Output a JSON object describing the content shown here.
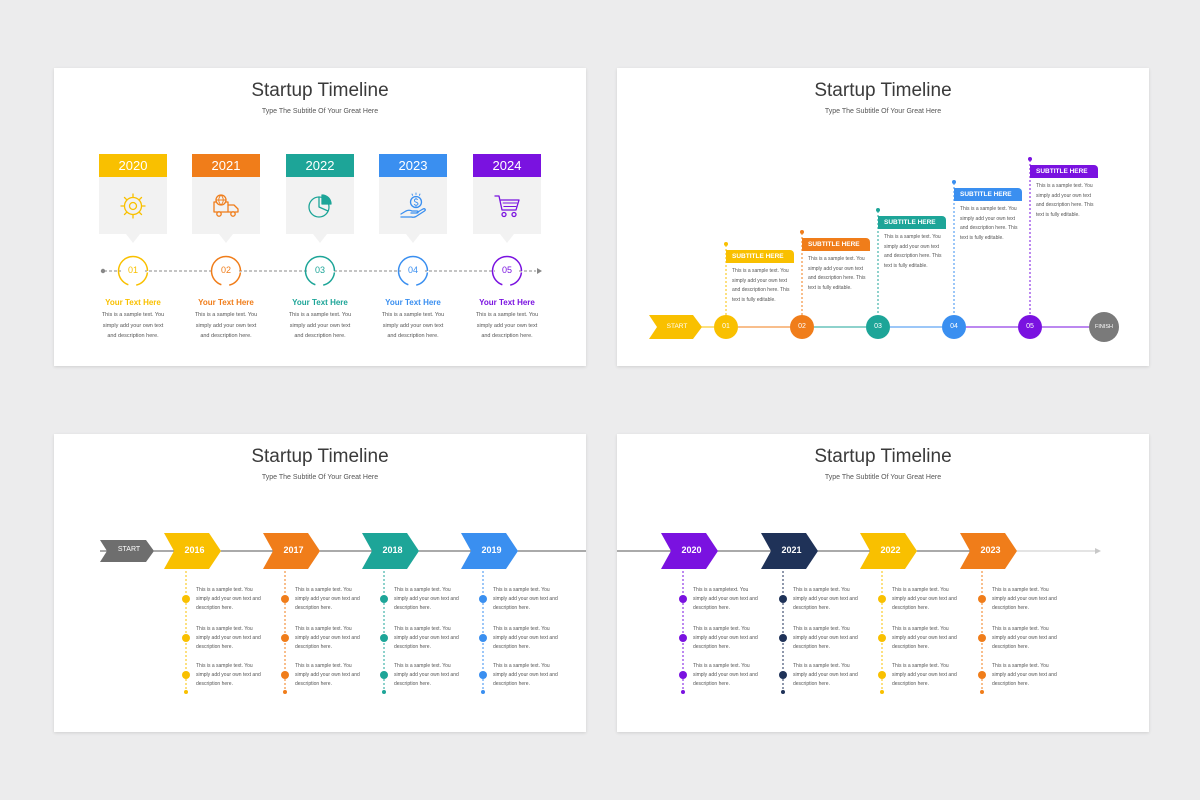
{
  "slide1": {
    "title": "Startup Timeline",
    "subtitle": "Type The Subtitle Of Your Great Here",
    "items": [
      {
        "year": "2020",
        "num": "01",
        "heading": "Your Text Here",
        "desc": [
          "This is a sample text. You",
          "simply add your own text",
          "and description here."
        ],
        "color": "#f9c000",
        "icon": "gear-icon"
      },
      {
        "year": "2021",
        "num": "02",
        "heading": "Your Text Here",
        "desc": [
          "This is a sample text. You",
          "simply add your own text",
          "and description here."
        ],
        "color": "#f07d1a",
        "icon": "delivery-truck-icon"
      },
      {
        "year": "2022",
        "num": "03",
        "heading": "Your Text Here",
        "desc": [
          "This is a sample text. You",
          "simply add your own text",
          "and description here."
        ],
        "color": "#1da598",
        "icon": "pie-chart-icon"
      },
      {
        "year": "2023",
        "num": "04",
        "heading": "Your Text Here",
        "desc": [
          "This is a sample text. You",
          "simply add your own text",
          "and description here."
        ],
        "color": "#3a8ff0",
        "icon": "money-hand-icon"
      },
      {
        "year": "2024",
        "num": "05",
        "heading": "Your Text Here",
        "desc": [
          "This is a sample text. You",
          "simply add your own text",
          "and description here."
        ],
        "color": "#7a12e0",
        "icon": "shopping-cart-icon"
      }
    ]
  },
  "slide2": {
    "title": "Startup Timeline",
    "subtitle": "Type The Subtitle Of Your Great Here",
    "start_label": "START",
    "finish_label": "FINISH",
    "items": [
      {
        "num": "01",
        "flag": "SUBTITLE HERE",
        "desc": [
          "This is a sample text. You",
          "simply add your own text",
          "and description here. This",
          "text is fully editable."
        ],
        "color": "#f9c000"
      },
      {
        "num": "02",
        "flag": "SUBTITLE HERE",
        "desc": [
          "This is a sample text. You",
          "simply add your own text",
          "and description here. This",
          "text is fully editable."
        ],
        "color": "#f07d1a"
      },
      {
        "num": "03",
        "flag": "SUBTITLE HERE",
        "desc": [
          "This is a sample text. You",
          "simply add your own text",
          "and description here. This",
          "text is fully editable."
        ],
        "color": "#1da598"
      },
      {
        "num": "04",
        "flag": "SUBTITLE HERE",
        "desc": [
          "This is a sample text. You",
          "simply add your own text",
          "and description here. This",
          "text is fully editable."
        ],
        "color": "#3a8ff0"
      },
      {
        "num": "05",
        "flag": "SUBTITLE HERE",
        "desc": [
          "This is a sample text. You",
          "simply add your own text",
          "and description here. This",
          "text is fully editable."
        ],
        "color": "#7a12e0"
      }
    ],
    "finish_color": "#7a7a7a"
  },
  "slide3": {
    "title": "Startup Timeline",
    "subtitle": "Type The Subtitle Of Your Great Here",
    "start_label": "START",
    "start_color": "#6e6e6e",
    "items": [
      {
        "year": "2016",
        "color": "#f9c000",
        "entries": [
          [
            "This is a sample text. You",
            "simply add your own text and",
            "description here."
          ],
          [
            "This is a sample text. You",
            "simply add your own text and",
            "description here."
          ],
          [
            "This is a sample text. You",
            "simply add your own text and",
            "description here."
          ]
        ]
      },
      {
        "year": "2017",
        "color": "#f07d1a",
        "entries": [
          [
            "This is a sample text. You",
            "simply add your own text and",
            "description here."
          ],
          [
            "This is a sample text. You",
            "simply add your own text and",
            "description here."
          ],
          [
            "This is a sample text. You",
            "simply add your own text and",
            "description here."
          ]
        ]
      },
      {
        "year": "2018",
        "color": "#1da598",
        "entries": [
          [
            "This is a sample text. You",
            "simply add your own text and",
            "description here."
          ],
          [
            "This is a sample text. You",
            "simply add your own text and",
            "description here."
          ],
          [
            "This is a sample text. You",
            "simply add your own text and",
            "description here."
          ]
        ]
      },
      {
        "year": "2019",
        "color": "#3a8ff0",
        "entries": [
          [
            "This is a sample text. You",
            "simply add your own text and",
            "description here."
          ],
          [
            "This is a sample text. You",
            "simply add your own text and",
            "description here."
          ],
          [
            "This is a sample text. You",
            "simply add your own text and",
            "description here."
          ]
        ]
      }
    ]
  },
  "slide4": {
    "title": "Startup Timeline",
    "subtitle": "Type The Subtitle Of Your Great Here",
    "items": [
      {
        "year": "2020",
        "color": "#7a12e0",
        "entries": [
          [
            "This is a sampletext. You",
            "simply add your own text and",
            "description here."
          ],
          [
            "This is a sample text. You",
            "simply add your own text and",
            "description here."
          ],
          [
            "This is a sample text. You",
            "simply add your own text and",
            "description here."
          ]
        ]
      },
      {
        "year": "2021",
        "color": "#1f3258",
        "entries": [
          [
            "This is a sample text. You",
            "simply add your own text and",
            "description here."
          ],
          [
            "This is a sample text. You",
            "simply add your own text and",
            "description here."
          ],
          [
            "This is a sample text. You",
            "simply add your own text and",
            "description here."
          ]
        ]
      },
      {
        "year": "2022",
        "color": "#f9c000",
        "entries": [
          [
            "This is a sample text. You",
            "simply add your own text and",
            "description here."
          ],
          [
            "This is a sample text. You",
            "simply add your own text and",
            "description here."
          ],
          [
            "This is a sample text. You",
            "simply add your own text and",
            "description here."
          ]
        ]
      },
      {
        "year": "2023",
        "color": "#f07d1a",
        "entries": [
          [
            "This is a sample text. You",
            "simply add your own text and",
            "description here."
          ],
          [
            "This is a sample text. You",
            "simply add your own text and",
            "description here."
          ],
          [
            "This is a sample text. You",
            "simply add your own text and",
            "description here."
          ]
        ]
      }
    ]
  }
}
